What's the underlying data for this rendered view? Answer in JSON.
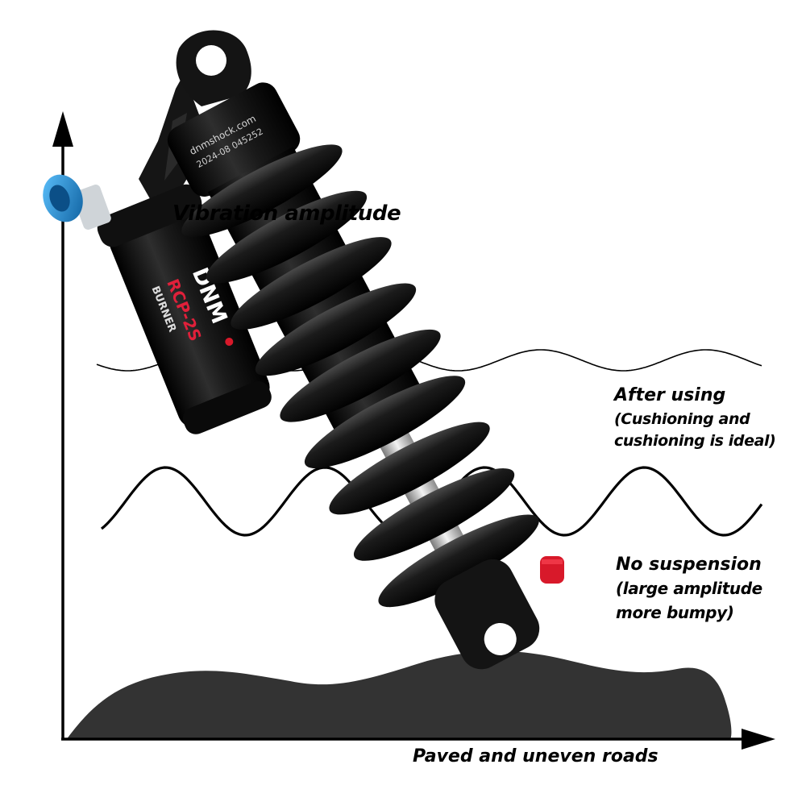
{
  "axes": {
    "y_label": "Vibration amplitude",
    "x_label": "Paved and uneven roads"
  },
  "after_using": {
    "title": "After using",
    "line1": "(Cushioning and",
    "line2": "cushioning is ideal)"
  },
  "no_suspension": {
    "title": "No suspension",
    "line1": "(large amplitude",
    "line2": "more bumpy)"
  },
  "product": {
    "website": "dnmshock.com",
    "serial": "2024-08 045252",
    "brand": "DNM",
    "model": "RCP-2S",
    "series": "BURNER",
    "knob_color": "#1a8fd6",
    "adjuster_color": "#d8192a",
    "body_color": "#111111"
  },
  "colors": {
    "axis": "#000000",
    "wave": "#000000",
    "terrain": "#333333"
  }
}
